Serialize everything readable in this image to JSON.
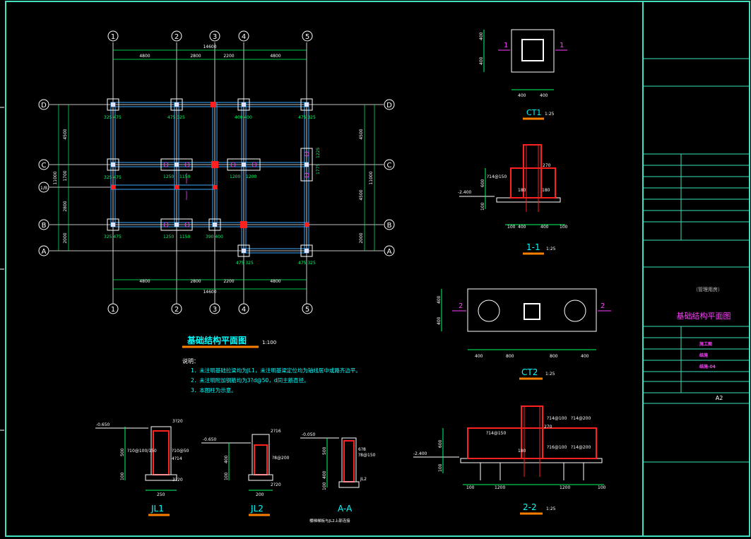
{
  "colors": {
    "background": "#000000",
    "frame": "#40e0c0",
    "beam": "#3aa8ff",
    "grid": "#ffffff",
    "dimension": "#00ff66",
    "text": "#00ffff",
    "highlight": "#ff00ff",
    "rebar": "#ff2020",
    "title": "#00ffff",
    "underline": "#ff8000"
  },
  "plan": {
    "title": "基础结构平面图",
    "scale": "1:100",
    "axes_top": [
      "1",
      "2",
      "3",
      "4",
      "5"
    ],
    "axes_left": [
      "D",
      "C",
      "1/B",
      "B",
      "A"
    ],
    "total_width": "14600",
    "spans": [
      "4800",
      "2800",
      "2200",
      "4800"
    ],
    "right_total": "11000",
    "right_spans": [
      "4500",
      "4500",
      "2000"
    ],
    "left_spans": [
      "4500",
      "1700",
      "2800",
      "2000"
    ],
    "left_total": "11000",
    "pier_labels": [
      "325 475",
      "475 325",
      "400 400",
      "475 325",
      "325 475",
      "1250",
      "1150",
      "1200",
      "1200",
      "1775",
      "1225",
      "325 475",
      "475 325",
      "1250",
      "1150",
      "390 400"
    ],
    "notes_title": "说明：",
    "notes": [
      "1．未注明基础拉梁均为JL1，未注明基梁定位均为轴线居中或路齐边平。",
      "2．未注明附加钢筋均为3?d@50，d同主筋直径。",
      "3．本图柱为示意。"
    ]
  },
  "details": {
    "ct1": {
      "title": "CT1",
      "scale": "1:25",
      "dims": [
        "400",
        "400",
        "400",
        "400"
      ],
      "cut": "1"
    },
    "sec11": {
      "title": "1-1",
      "scale": "1:25",
      "elev": "-2.400",
      "dims": [
        "100",
        "400",
        "400",
        "100"
      ],
      "rebar": "?14@150",
      "d1": "180",
      "d2": "180",
      "h1": "600",
      "h2": "100",
      "tag": "270"
    },
    "ct2": {
      "title": "CT2",
      "scale": "1:25",
      "dims": [
        "400",
        "800",
        "800",
        "400"
      ],
      "h": [
        "400",
        "400"
      ],
      "cut": "2"
    },
    "sec22": {
      "title": "2-2",
      "scale": "1:25",
      "elev": "-2.400",
      "dims": [
        "100",
        "1200",
        "1200",
        "100"
      ],
      "r1": "?14@100",
      "r2": "?14@200",
      "r3": "?14@150",
      "r4": "?16@100",
      "r5": "?14@200",
      "d": "180",
      "h1": "600",
      "h2": "100",
      "tag": "270"
    },
    "jl1": {
      "title": "JL1",
      "elev": "-0.650",
      "top": "3?20",
      "bot": "3?20",
      "stir": "?10@100/150",
      "side": "?10@50",
      "mid": "4?14",
      "w": "250",
      "h1": "500",
      "h2": "100"
    },
    "jl2": {
      "title": "JL2",
      "elev": "-0.650",
      "top": "2?16",
      "bot": "2?20",
      "stir": "?8@200",
      "w": "200",
      "h1": "400",
      "h2": "100"
    },
    "aa": {
      "title": "A-A",
      "elev": "-0.050",
      "r1": "6?8",
      "r2": "?8@150",
      "tag": "JL2",
      "h1": "500",
      "h2": "400",
      "h3": "100",
      "note": "楼梯梯板与JL2上部连接"
    }
  },
  "title_block": {
    "project": "（管理用房）",
    "drawing_name": "基础结构平面图",
    "rows": [
      "施工图",
      "结施",
      "结施-04"
    ],
    "size": "A2"
  }
}
